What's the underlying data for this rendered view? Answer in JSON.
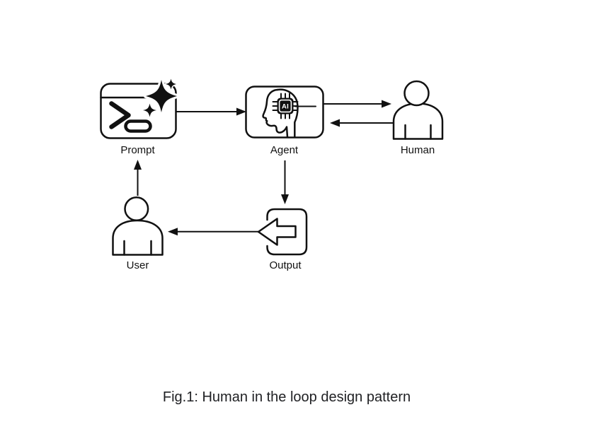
{
  "figure": {
    "caption": "Fig.1: Human in the loop design pattern",
    "colors": {
      "ink": "#111111",
      "background": "#ffffff",
      "caption_text": "#202124"
    },
    "nodes": {
      "prompt": {
        "label": "Prompt",
        "icon": "terminal-sparkle-icon"
      },
      "agent": {
        "label": "Agent",
        "icon": "ai-head-chip-icon",
        "chip_text": "AI"
      },
      "human": {
        "label": "Human",
        "icon": "person-icon"
      },
      "user": {
        "label": "User",
        "icon": "person-icon"
      },
      "output": {
        "label": "Output",
        "icon": "export-arrow-icon"
      }
    },
    "edges": [
      {
        "from": "prompt",
        "to": "agent"
      },
      {
        "from": "agent",
        "to": "human"
      },
      {
        "from": "human",
        "to": "agent"
      },
      {
        "from": "agent",
        "to": "output"
      },
      {
        "from": "output",
        "to": "user"
      },
      {
        "from": "user",
        "to": "prompt"
      }
    ]
  }
}
